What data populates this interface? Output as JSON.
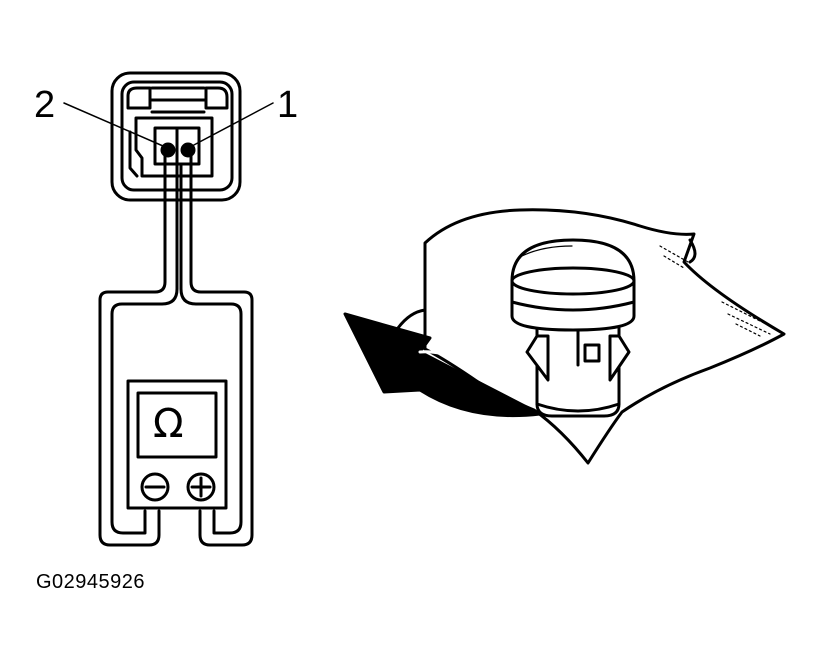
{
  "callouts": {
    "terminal_2": "2",
    "terminal_1": "1"
  },
  "meter": {
    "unit_symbol": "Ω",
    "negative_symbol": "−",
    "positive_symbol": "+"
  },
  "figure_code": "G02945926",
  "colors": {
    "ink": "#000000",
    "paper": "#ffffff",
    "shade": "#d9d9d9"
  }
}
